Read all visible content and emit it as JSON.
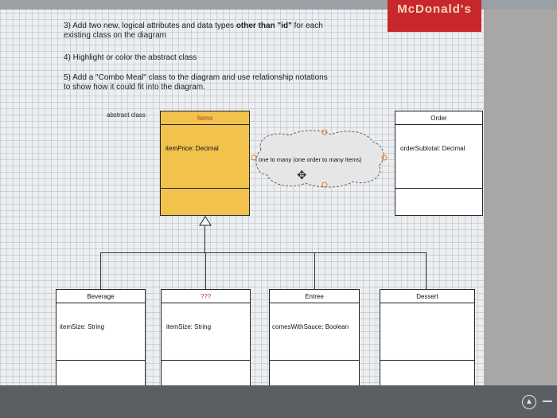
{
  "brand": {
    "text": "McDonald's"
  },
  "instructions": {
    "i3_line1_before": "3) Add two new, logical attributes and data types ",
    "i3_bold": "other than \"id\"",
    "i3_line1_after": " for each",
    "i3_line2": "existing class on the diagram",
    "i4": "4) Highlight or color the abstract class",
    "i5_line1": "5) Add a \"Combo Meal\" class to the diagram and use relationship notations",
    "i5_line2": "to show how it could fit into the diagram."
  },
  "diagram": {
    "abstract_label": "abstract class",
    "items_class": {
      "name": "Items",
      "attribute": "itemPrice: Decimal"
    },
    "order_class": {
      "name": "Order",
      "attribute": "orderSubtotal: Decimal"
    },
    "note": {
      "text": "one to many (one order to many Items)"
    },
    "subclasses": [
      {
        "name": "Beverage",
        "attribute": "itemSize: String"
      },
      {
        "name": "???",
        "attribute": "itemSize: String"
      },
      {
        "name": "Entree",
        "attribute": "comesWithSauce: Boolean"
      },
      {
        "name": "Dessert",
        "attribute": ""
      }
    ]
  },
  "colors": {
    "abstract_fill": "#f1c24c",
    "brand_red": "#c8282c",
    "canvas": "#eceef0"
  },
  "icons": [
    "move-cursor-icon",
    "inheritance-arrow-icon"
  ]
}
